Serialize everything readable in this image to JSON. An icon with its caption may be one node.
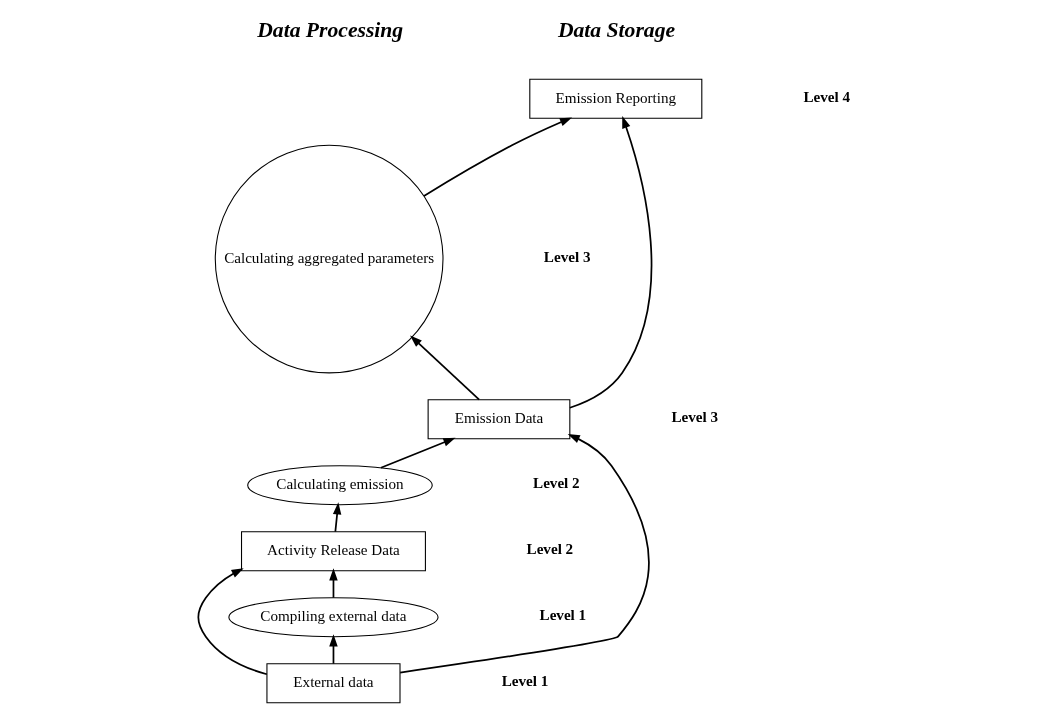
{
  "diagram": {
    "nodes": [
      {
        "text": [
          "Emission Reporting"
        ]
      },
      {
        "text": [
          "Calculating aggregated parameters"
        ]
      },
      {
        "text": [
          "Emission Data"
        ]
      },
      {
        "text": [
          "Calculating emission"
        ]
      },
      {
        "text": [
          "Activity Release Data"
        ]
      },
      {
        "text": [
          "Compiling external data"
        ]
      },
      {
        "text": [
          "External data"
        ]
      }
    ],
    "edges": [
      {
        "from": 1,
        "to": 0,
        "arrow": "to"
      },
      {
        "from": 2,
        "to": 1,
        "arrow": "to"
      },
      {
        "from": 2,
        "to": 0,
        "arrow": "to"
      },
      {
        "from": 3,
        "to": 2,
        "arrow": "to"
      },
      {
        "from": 4,
        "to": 3,
        "arrow": "to"
      },
      {
        "from": 5,
        "to": 4,
        "arrow": "to"
      },
      {
        "from": 6,
        "to": 5,
        "arrow": "to"
      },
      {
        "from": 6,
        "to": 4,
        "arrow": "to"
      },
      {
        "from": 6,
        "to": 2,
        "arrow": "to"
      }
    ],
    "labels": [
      "Data Processing",
      "Data Storage",
      "Level 4",
      "Level 3",
      "Level 3",
      "Level 2",
      "Level 2",
      "Level 1",
      "Level 1"
    ]
  }
}
